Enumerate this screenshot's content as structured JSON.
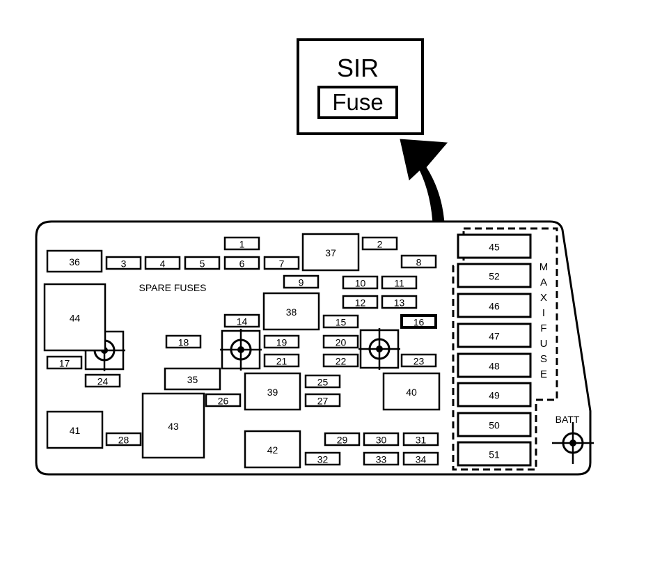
{
  "callout": {
    "title": "SIR",
    "fuse_label": "Fuse"
  },
  "panel": {
    "spare_fuses_label": "SPARE FUSES",
    "maxi_fuse_label": "MAXIFUSE",
    "batt_label": "BATT",
    "highlighted_fuse": "16"
  },
  "fuses": [
    {
      "id": "1"
    },
    {
      "id": "2"
    },
    {
      "id": "3"
    },
    {
      "id": "4"
    },
    {
      "id": "5"
    },
    {
      "id": "6"
    },
    {
      "id": "7"
    },
    {
      "id": "8"
    },
    {
      "id": "9"
    },
    {
      "id": "10"
    },
    {
      "id": "11"
    },
    {
      "id": "12"
    },
    {
      "id": "13"
    },
    {
      "id": "14"
    },
    {
      "id": "15"
    },
    {
      "id": "16"
    },
    {
      "id": "17"
    },
    {
      "id": "18"
    },
    {
      "id": "19"
    },
    {
      "id": "20"
    },
    {
      "id": "21"
    },
    {
      "id": "22"
    },
    {
      "id": "23"
    },
    {
      "id": "24"
    },
    {
      "id": "25"
    },
    {
      "id": "26"
    },
    {
      "id": "27"
    },
    {
      "id": "28"
    },
    {
      "id": "29"
    },
    {
      "id": "30"
    },
    {
      "id": "31"
    },
    {
      "id": "32"
    },
    {
      "id": "33"
    },
    {
      "id": "34"
    },
    {
      "id": "35"
    },
    {
      "id": "36"
    },
    {
      "id": "37"
    },
    {
      "id": "38"
    },
    {
      "id": "39"
    },
    {
      "id": "40"
    },
    {
      "id": "41"
    },
    {
      "id": "42"
    },
    {
      "id": "43"
    },
    {
      "id": "44"
    },
    {
      "id": "45"
    },
    {
      "id": "46"
    },
    {
      "id": "47"
    },
    {
      "id": "48"
    },
    {
      "id": "49"
    },
    {
      "id": "50"
    },
    {
      "id": "51"
    },
    {
      "id": "52"
    }
  ]
}
